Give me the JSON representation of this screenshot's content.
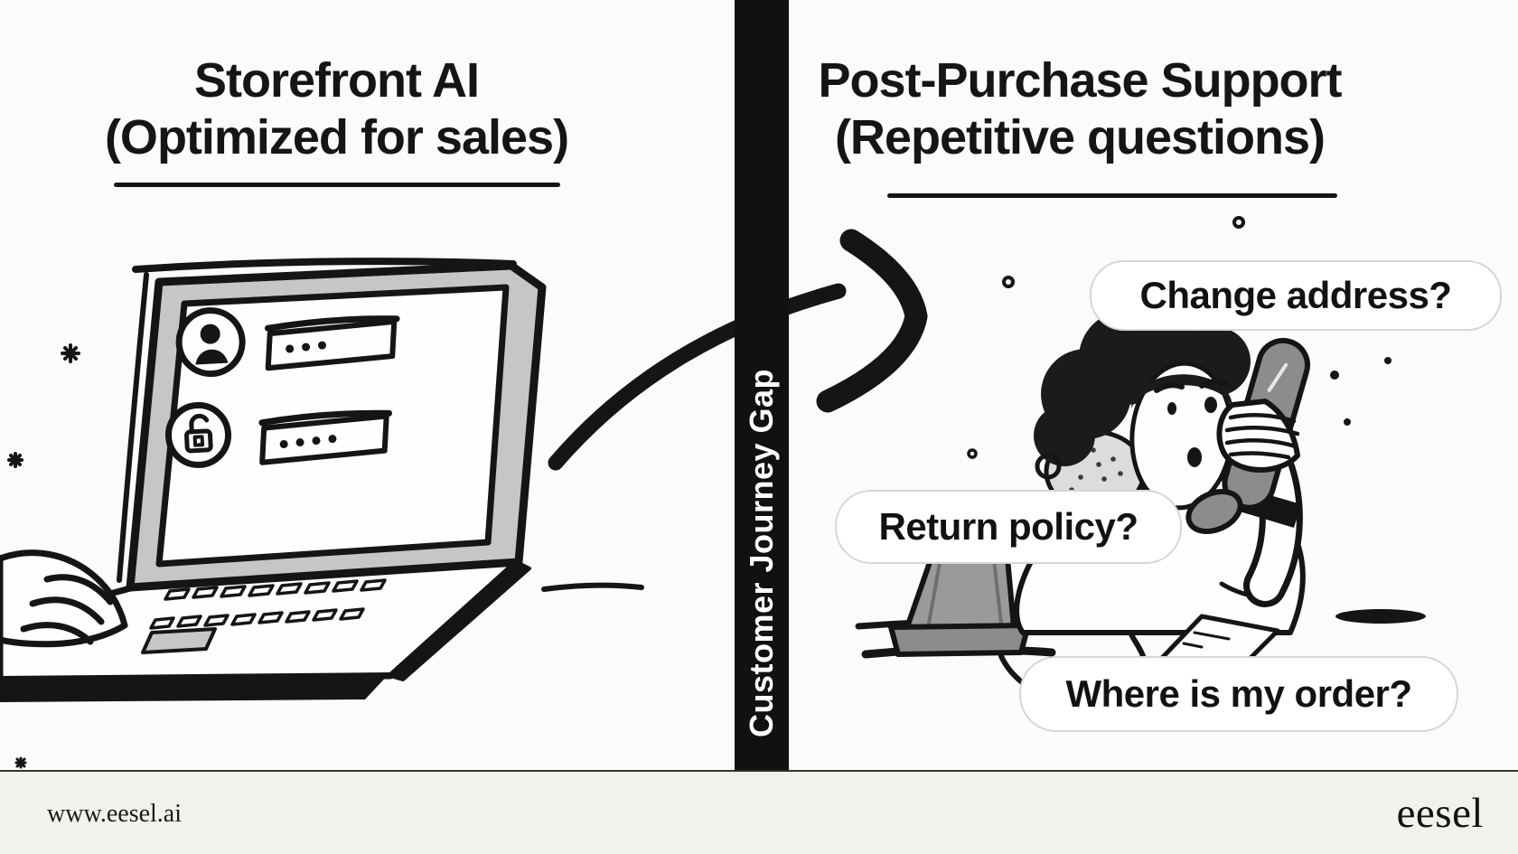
{
  "page": {
    "type": "marketing-infographic"
  },
  "left_panel": {
    "title_line1": "Storefront AI",
    "title_line2": "(Optimized for sales)",
    "illustration": "laptop-login",
    "illustration_elements": [
      "user-icon",
      "password-dots",
      "lock-icon",
      "keyboard",
      "typing-hand"
    ]
  },
  "right_panel": {
    "title_line1": "Post-Purchase Support",
    "title_line2": "(Repetitive questions)",
    "illustration": "customer-on-phone",
    "bubbles": [
      "Change address?",
      "Return policy?",
      "Where is my order?"
    ]
  },
  "divider": {
    "label": "Customer Journey Gap"
  },
  "footer": {
    "url": "www.eesel.ai",
    "logo_text": "eesel"
  },
  "colors": {
    "background": "#fcfbf9",
    "footer_background": "#f2f1ed",
    "ink": "#161513",
    "divider_bar": "#121110",
    "bubble_background": "#ffffff",
    "bubble_border": "#d8d6d3",
    "gray_light": "#c7c6c4",
    "gray_mid": "#8d8c8a"
  }
}
